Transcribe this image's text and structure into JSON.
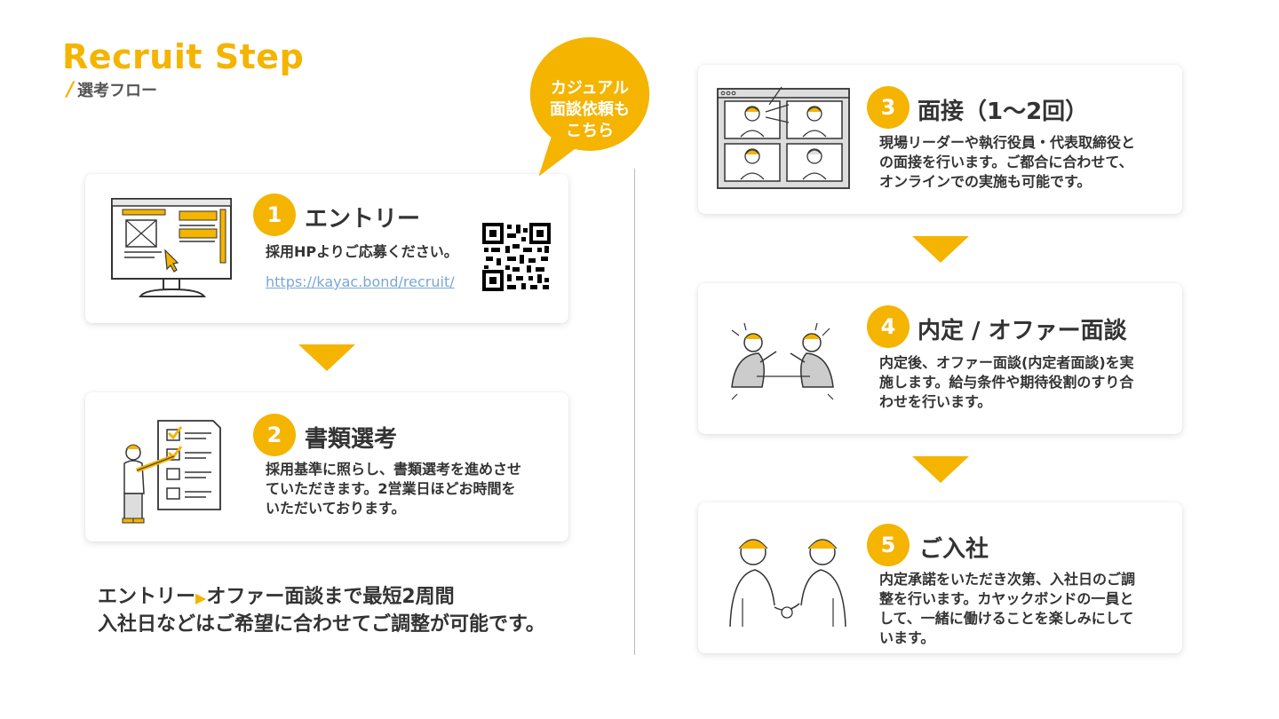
{
  "header": {
    "title": "Recruit Step",
    "subtitle_slash": "/",
    "subtitle": "選考フロー"
  },
  "bubble": {
    "line1": "カジュアル",
    "line2": "面談依頼も",
    "line3": "こちら"
  },
  "steps": [
    {
      "num": "1",
      "title": "エントリー",
      "desc": "採用HPよりご応募ください。",
      "url": "https://kayac.bond/recruit/"
    },
    {
      "num": "2",
      "title": "書類選考",
      "desc_lines": [
        "採用基準に照らし、書類選考を進めさせ",
        "ていただきます。2営業日ほどお時間を",
        "いただいております。"
      ]
    },
    {
      "num": "3",
      "title": "面接（1〜2回）",
      "desc_lines": [
        "現場リーダーや執行役員・代表取締役と",
        "の面接を行います。ご都合に合わせて、",
        "オンラインでの実施も可能です。"
      ]
    },
    {
      "num": "4",
      "title": "内定 / オファー面談",
      "desc_lines": [
        "内定後、オファー面談(内定者面談)を実",
        "施します。給与条件や期待役割のすり合",
        "わせを行います。"
      ]
    },
    {
      "num": "5",
      "title": "ご入社",
      "desc_lines": [
        "内定承諾をいただき次第、入社日のご調",
        "整を行います。カヤックボンドの一員と",
        "して、一緒に働けることを楽しみにして",
        "います。"
      ]
    }
  ],
  "note": {
    "part1": "エントリー",
    "triangle": "▶",
    "part2": "オファー面談まで最短2周間",
    "line2": "入社日などはご希望に合わせてご調整が可能です。"
  },
  "colors": {
    "accent": "#f4b400",
    "text": "#333333",
    "link": "#7aa7d6"
  }
}
